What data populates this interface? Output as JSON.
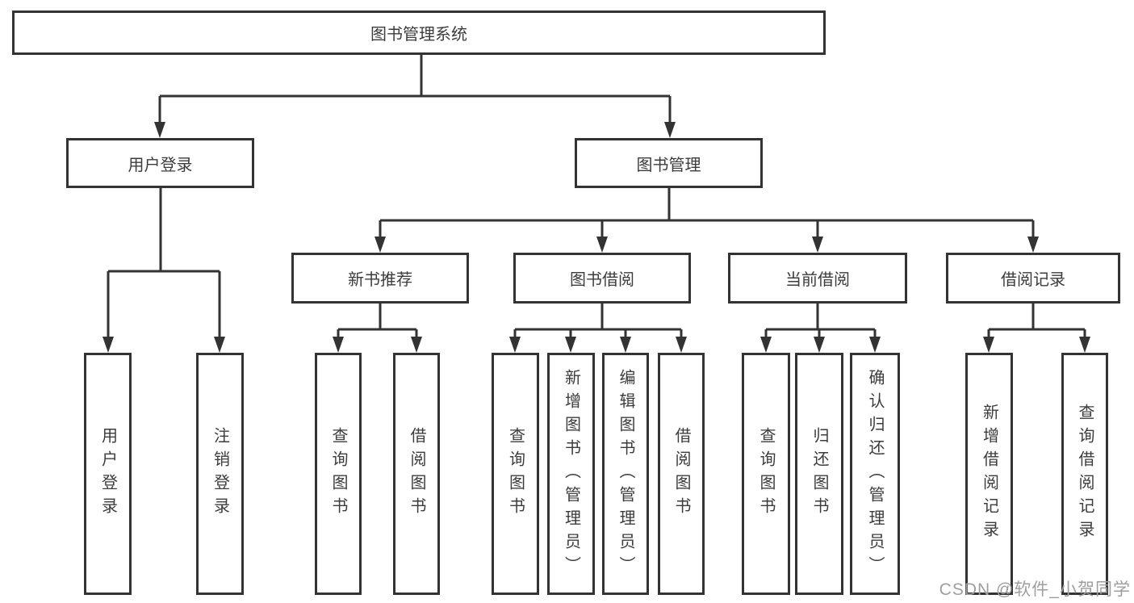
{
  "colors": {
    "line": "#333333",
    "text": "#3c3c3c",
    "background": "#ffffff",
    "watermark": "#9e9e9e"
  },
  "watermark": "CSDN @软件_小贺同学",
  "tree": {
    "label": "图书管理系统",
    "children": [
      {
        "label": "用户登录",
        "children": [
          {
            "label": "用户登录"
          },
          {
            "label": "注销登录"
          }
        ]
      },
      {
        "label": "图书管理",
        "children": [
          {
            "label": "新书推荐",
            "children": [
              {
                "label": "查询图书"
              },
              {
                "label": "借阅图书"
              }
            ]
          },
          {
            "label": "图书借阅",
            "children": [
              {
                "label": "查询图书"
              },
              {
                "label": "新增图书（管理员）"
              },
              {
                "label": "编辑图书（管理员）"
              },
              {
                "label": "借阅图书"
              }
            ]
          },
          {
            "label": "当前借阅",
            "children": [
              {
                "label": "查询图书"
              },
              {
                "label": "归还图书"
              },
              {
                "label": "确认归还（管理员）"
              }
            ]
          },
          {
            "label": "借阅记录",
            "children": [
              {
                "label": "新增借阅记录"
              },
              {
                "label": "查询借阅记录"
              }
            ]
          }
        ]
      }
    ]
  }
}
